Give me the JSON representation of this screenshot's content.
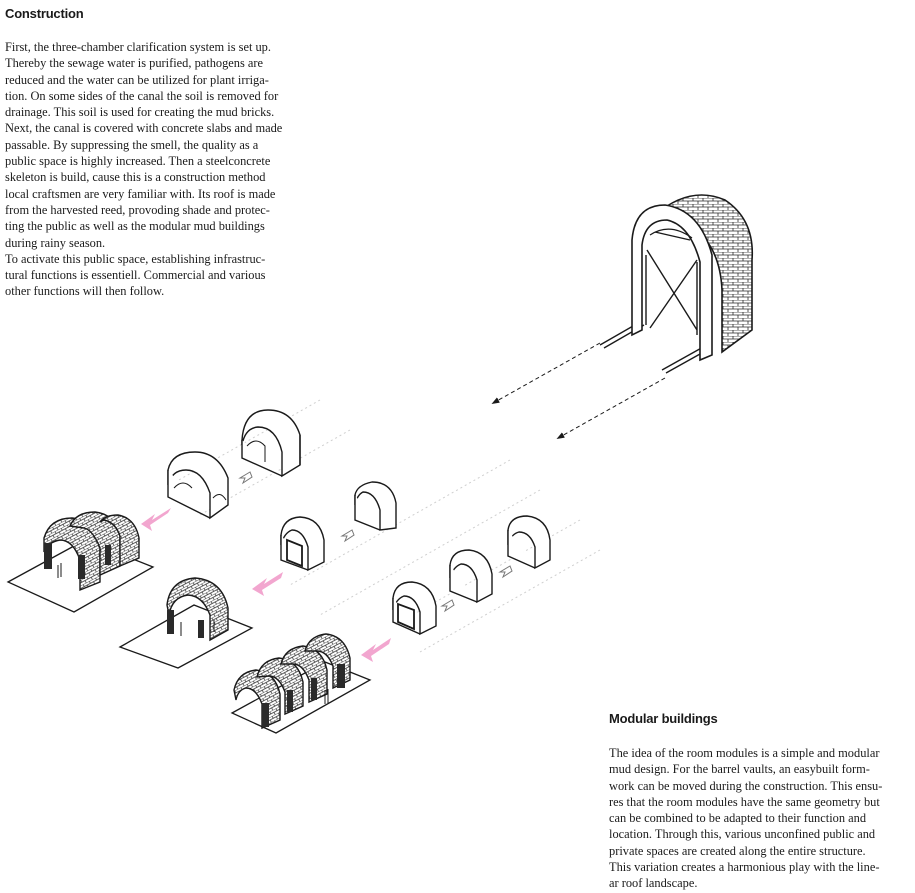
{
  "construction": {
    "title": "Construction",
    "lines": [
      "First, the three-chamber clarification system is set up.",
      "Thereby the sewage water is purified, pathogens are",
      "reduced and the water can be utilized for plant irriga-",
      "tion. On some sides of the canal the soil is removed for",
      "drainage. This soil is used for creating the mud bricks.",
      "Next, the canal is covered with concrete slabs and made",
      "passable. By suppressing the smell, the quality as a",
      "public space is highly increased. Then a steelconcrete",
      "skeleton is build, cause this is a construction method",
      "local craftsmen are very familiar with. Its roof is made",
      "from the harvested reed, provoding shade and protec-",
      "ting the public as well as the modular mud buildings",
      "during rainy season.",
      "To activate this public space, establishing infrastruc-",
      "tural functions is essentiell. Commercial and various",
      "other functions will then follow."
    ]
  },
  "modular": {
    "title": "Modular buildings",
    "lines": [
      "The idea of the room modules is a simple and modular",
      "mud design. For the barrel vaults, an easybuilt form-",
      "work can be moved during the construction. This ensu-",
      "res that the room modules have the same geometry but",
      "can be combined to be adapted to their function and",
      "location. Through this, various unconfined public and",
      "private spaces are created along the entire structure.",
      "This variation creates a harmonious play with the line-",
      "ar roof landscape."
    ]
  },
  "colors": {
    "text": "#1a1a1a",
    "line": "#1a1a1a",
    "accent_arrow": "#f2a6cf",
    "brick": "#2a2a2a",
    "guide": "#cfcfcf"
  }
}
